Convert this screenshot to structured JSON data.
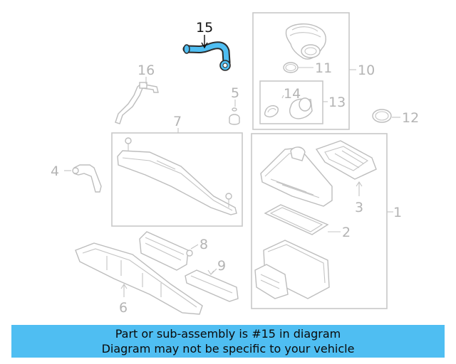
{
  "diagram": {
    "callouts": {
      "c1": "1",
      "c2": "2",
      "c3": "3",
      "c4": "4",
      "c5": "5",
      "c6": "6",
      "c7": "7",
      "c8": "8",
      "c9": "9",
      "c10": "10",
      "c11": "11",
      "c12": "12",
      "c13": "13",
      "c14": "14",
      "c15": "15",
      "c16": "16"
    },
    "highlighted_part": "15",
    "colors": {
      "highlight": "#4fbef2",
      "lines": "#c8c8c8",
      "banner": "#4fbef2"
    }
  },
  "banner": {
    "line1": "Part or sub-assembly is #15 in diagram",
    "line2": "Diagram may not be specific to your vehicle"
  }
}
